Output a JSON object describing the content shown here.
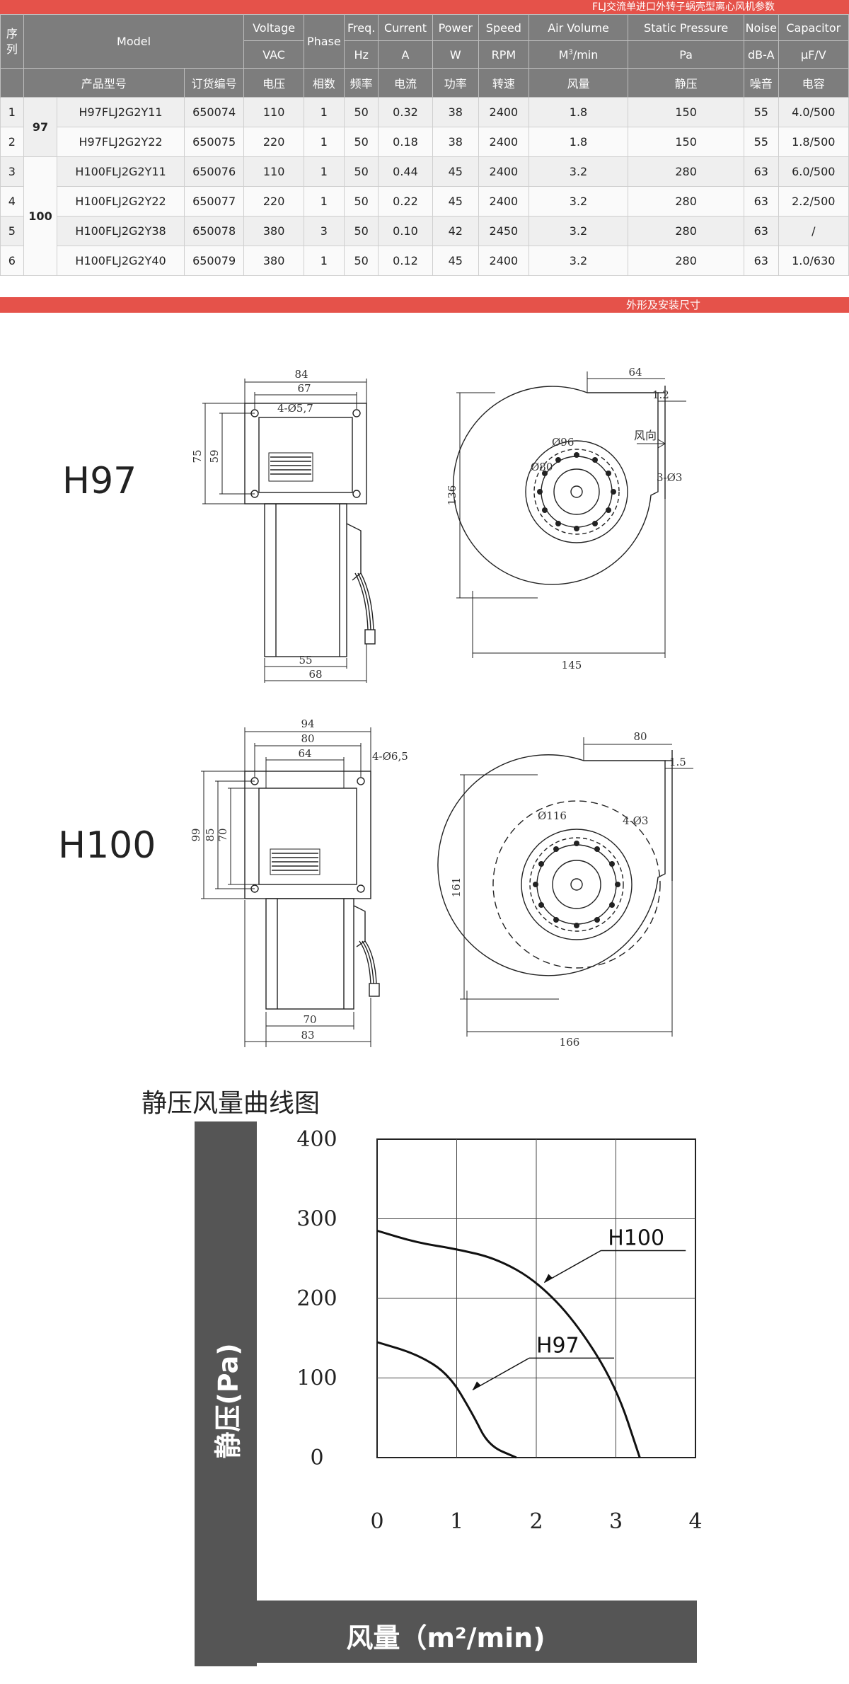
{
  "header": {
    "title": "FLJ交流单进口外转子蜗壳型离心风机参数"
  },
  "table": {
    "h_seq": "序列",
    "h_model": "Model",
    "h_voltage": "Voltage",
    "h_phase": "Phase",
    "h_freq": "Freq.",
    "h_current": "Current",
    "h_power": "Power",
    "h_speed": "Speed",
    "h_air": "Air Volume",
    "h_static": "Static Pressure",
    "h_noise": "Noise",
    "h_cap": "Capacitor",
    "u_voltage": "VAC",
    "u_freq": "Hz",
    "u_current": "A",
    "u_power": "W",
    "u_speed": "RPM",
    "u_air": "M3/min",
    "u_static": "Pa",
    "u_noise": "dB-A",
    "u_cap": "μF/V",
    "c_model": "产品型号",
    "c_order": "订货编号",
    "c_voltage": "电压",
    "c_phase": "相数",
    "c_freq": "频率",
    "c_current": "电流",
    "c_power": "功率",
    "c_speed": "转速",
    "c_air": "风量",
    "c_static": "静压",
    "c_noise": "噪音",
    "c_cap": "电容",
    "groups": [
      "97",
      "100"
    ],
    "rows": [
      {
        "seq": "1",
        "model": "H97FLJ2G2Y11",
        "order": "650074",
        "voltage": "110",
        "phase": "1",
        "freq": "50",
        "current": "0.32",
        "power": "38",
        "speed": "2400",
        "air": "1.8",
        "static": "150",
        "noise": "55",
        "cap": "4.0/500"
      },
      {
        "seq": "2",
        "model": "H97FLJ2G2Y22",
        "order": "650075",
        "voltage": "220",
        "phase": "1",
        "freq": "50",
        "current": "0.18",
        "power": "38",
        "speed": "2400",
        "air": "1.8",
        "static": "150",
        "noise": "55",
        "cap": "1.8/500"
      },
      {
        "seq": "3",
        "model": "H100FLJ2G2Y11",
        "order": "650076",
        "voltage": "110",
        "phase": "1",
        "freq": "50",
        "current": "0.44",
        "power": "45",
        "speed": "2400",
        "air": "3.2",
        "static": "280",
        "noise": "63",
        "cap": "6.0/500"
      },
      {
        "seq": "4",
        "model": "H100FLJ2G2Y22",
        "order": "650077",
        "voltage": "220",
        "phase": "1",
        "freq": "50",
        "current": "0.22",
        "power": "45",
        "speed": "2400",
        "air": "3.2",
        "static": "280",
        "noise": "63",
        "cap": "2.2/500"
      },
      {
        "seq": "5",
        "model": "H100FLJ2G2Y38",
        "order": "650078",
        "voltage": "380",
        "phase": "3",
        "freq": "50",
        "current": "0.10",
        "power": "42",
        "speed": "2450",
        "air": "3.2",
        "static": "280",
        "noise": "63",
        "cap": "/"
      },
      {
        "seq": "6",
        "model": "H100FLJ2G2Y40",
        "order": "650079",
        "voltage": "380",
        "phase": "1",
        "freq": "50",
        "current": "0.12",
        "power": "45",
        "speed": "2400",
        "air": "3.2",
        "static": "280",
        "noise": "63",
        "cap": "1.0/630"
      }
    ]
  },
  "section2": {
    "title": "外形及安装尺寸"
  },
  "drawings": {
    "h97": {
      "label": "H97",
      "front_dims": [
        "84",
        "67",
        "4-Ø5,7",
        "75",
        "59",
        "55",
        "68"
      ],
      "side_dims": [
        "64",
        "1.2",
        "风向",
        "Ø96",
        "Ø80",
        "3-Ø3",
        "136",
        "145"
      ]
    },
    "h100": {
      "label": "H100",
      "front_dims": [
        "94",
        "80",
        "64",
        "4-Ø6,5",
        "99",
        "85",
        "70",
        "70",
        "83"
      ],
      "side_dims": [
        "80",
        "1.5",
        "Ø116",
        "4-Ø3",
        "161",
        "166"
      ]
    }
  },
  "chart_data": {
    "type": "line",
    "title": "静压风量曲线图",
    "xlabel": "风量（m²/min)",
    "ylabel": "静压(Pa)",
    "xlim": [
      0,
      4
    ],
    "ylim": [
      0,
      400
    ],
    "xticks": [
      "0",
      "1",
      "2",
      "3",
      "4"
    ],
    "yticks": [
      "0",
      "100",
      "200",
      "300",
      "400"
    ],
    "grid": true,
    "series": [
      {
        "name": "H100",
        "points": [
          [
            0,
            285
          ],
          [
            0.5,
            270
          ],
          [
            1.0,
            262
          ],
          [
            1.5,
            250
          ],
          [
            2.0,
            222
          ],
          [
            2.5,
            170
          ],
          [
            3.0,
            90
          ],
          [
            3.3,
            0
          ]
        ]
      },
      {
        "name": "H97",
        "points": [
          [
            0,
            145
          ],
          [
            0.5,
            130
          ],
          [
            0.9,
            105
          ],
          [
            1.2,
            55
          ],
          [
            1.4,
            15
          ],
          [
            1.75,
            0
          ]
        ]
      }
    ],
    "annotations": [
      {
        "text": "H100",
        "x": 2.1,
        "y": 220
      },
      {
        "text": "H97",
        "x": 1.2,
        "y": 85
      }
    ]
  }
}
